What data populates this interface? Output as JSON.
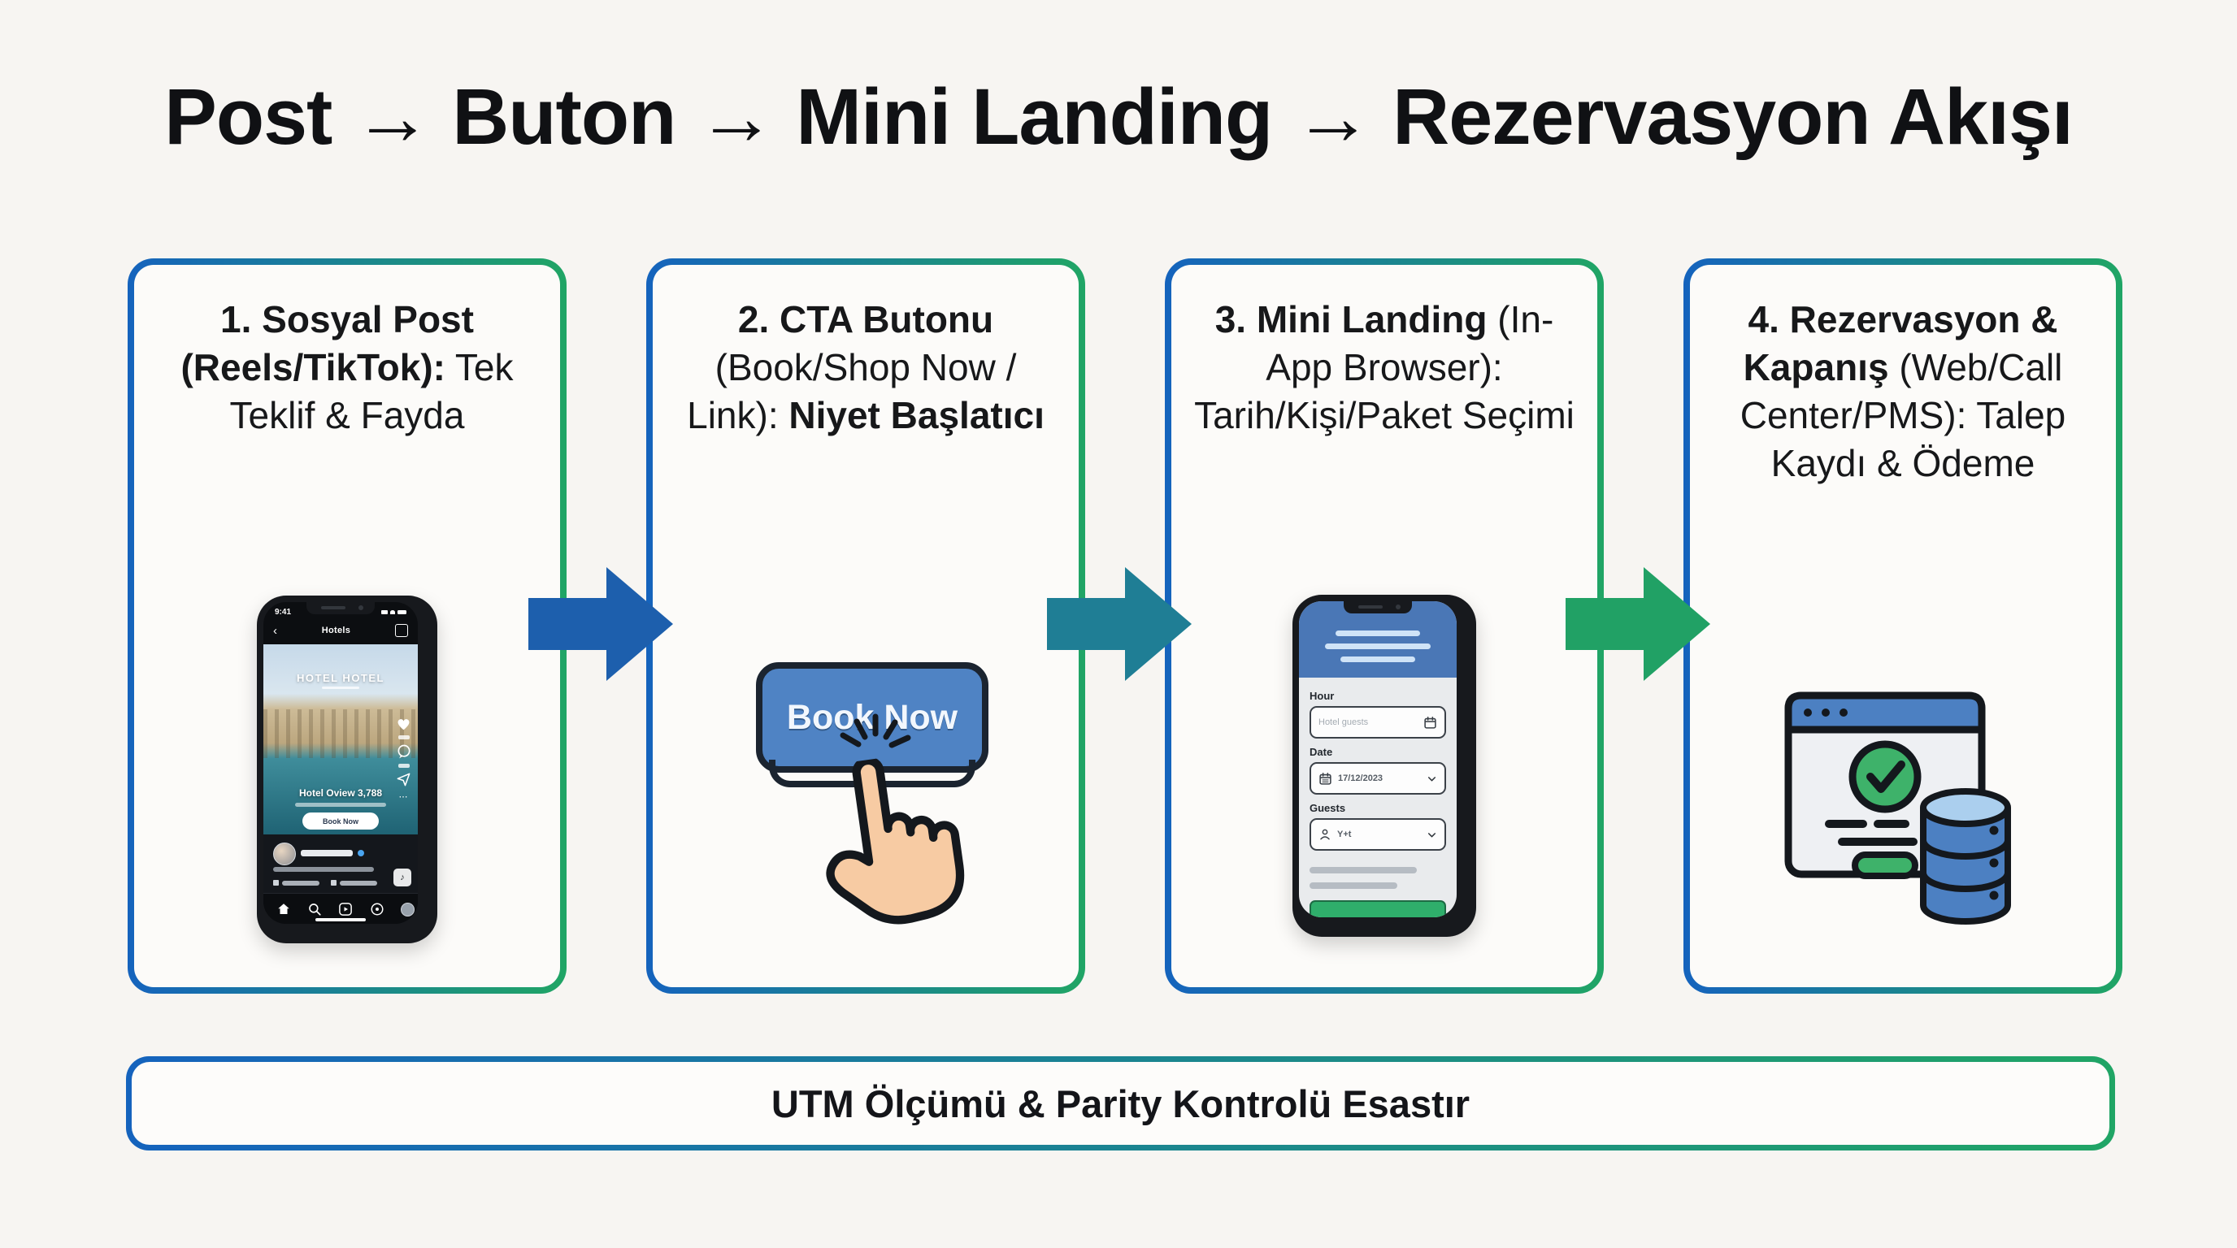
{
  "title": "Post → Buton → Mini Landing → Rezervasyon Akışı",
  "steps": [
    {
      "bold": "1. Sosyal Post (Reels/TikTok):",
      "normal": "Tek Teklif & Fayda",
      "bold2": ""
    },
    {
      "bold": "2. CTA Butonu",
      "normal": "(Book/Shop Now / Link):",
      "bold2": "Niyet Başlatıcı"
    },
    {
      "bold": "3. Mini Landing",
      "normal": "(In-App Browser): Tarih/Kişi/Paket Seçimi",
      "bold2": ""
    },
    {
      "bold": "4. Rezervasyon & Kapanış",
      "normal": "(Web/Call Center/PMS): Talep Kaydı & Ödeme",
      "bold2": ""
    }
  ],
  "social_post": {
    "status_time": "9:41",
    "nav_title": "Hotels",
    "image_title": "HOTEL HOTEL",
    "caption_title": "Hotel Oview 3,788",
    "pill_label": "Book Now",
    "music_glyph": "♪"
  },
  "cta": {
    "label": "Book Now"
  },
  "mini_landing": {
    "fields": [
      {
        "label": "Hour",
        "value": "Hotel guests",
        "icon": "calendar-icon",
        "chevron": false
      },
      {
        "label": "Date",
        "value": "17/12/2023",
        "icon": "calendar-icon",
        "chevron": true
      },
      {
        "label": "Guests",
        "value": "Y+t",
        "icon": "person-icon",
        "chevron": true
      }
    ]
  },
  "footer": {
    "text": "UTM Ölçümü & Parity Kontrolü Esastır"
  },
  "icons": {
    "social_rail": [
      "heart-icon",
      "comment-icon",
      "share-icon",
      "more-icon",
      "music-icon"
    ],
    "social_nav": [
      "home-icon",
      "search-icon",
      "reels-icon",
      "shop-icon",
      "profile-icon"
    ],
    "form": [
      "calendar-icon",
      "person-icon",
      "chevron-down-icon"
    ],
    "closing": [
      "browser-window-icon",
      "check-circle-icon",
      "database-icon"
    ],
    "cursor": [
      "hand-click-icon"
    ]
  },
  "colors": {
    "background": "#f7f5f2",
    "card_border_blue": "#1563bd",
    "card_border_green": "#20a565",
    "arrow_blue": "#1d5fad",
    "arrow_teal": "#1f7e95",
    "arrow_green": "#21a165",
    "cta_blue": "#4f83c4",
    "form_header_blue": "#4a77b6",
    "submit_green": "#2fae6b",
    "check_green": "#3eb26a",
    "db_blue": "#4c80c2"
  }
}
